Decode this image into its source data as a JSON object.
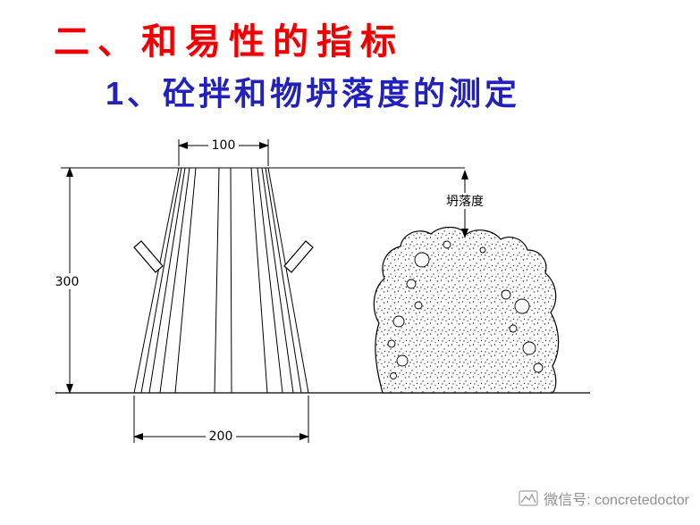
{
  "slide": {
    "title": "二、和易性的指标",
    "subtitle": "1、砼拌和物坍落度的测定"
  },
  "diagram": {
    "dim_top": "100",
    "dim_height": "300",
    "dim_bottom": "200",
    "slump_label": "坍落度"
  },
  "footer": {
    "watermark": "微信号: concretedoctor"
  },
  "colors": {
    "title_red": "#ee0000",
    "subtitle_blue": "#2222bb",
    "watermark_gray": "#909090",
    "line_black": "#000000"
  }
}
